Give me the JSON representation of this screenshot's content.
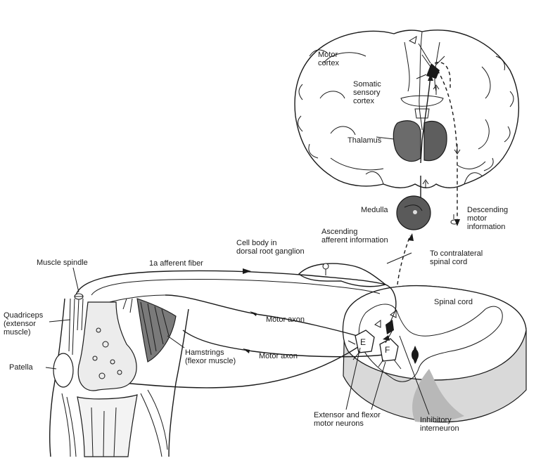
{
  "labels": {
    "motor_cortex": "Motor\ncortex",
    "somatic_sensory_cortex": "Somatic\nsensory\ncortex",
    "thalamus": "Thalamus",
    "medulla": "Medulla",
    "descending_motor_information": "Descending\nmotor\ninformation",
    "ascending_afferent_information": "Ascending\nafferent information",
    "cell_body_dorsal_root_ganglion": "Cell body in\ndorsal root ganglion",
    "to_contralateral_spinal_cord": "To contralateral\nspinal cord",
    "muscle_spindle": "Muscle spindle",
    "ia_afferent_fiber": "1a afferent fiber",
    "quadriceps": "Quadriceps\n(extensor\nmuscle)",
    "spinal_cord": "Spinal cord",
    "motor_axon_upper": "Motor axon",
    "motor_axon_lower": "Motor axon",
    "hamstrings": "Hamstrings\n(flexor muscle)",
    "patella": "Patella",
    "extensor_and_flexor_motor_neurons": "Extensor and flexor\nmotor neurons",
    "inhibitory_interneuron": "Inhibitory\ninterneuron",
    "neuron_e": "E",
    "neuron_f": "F"
  }
}
